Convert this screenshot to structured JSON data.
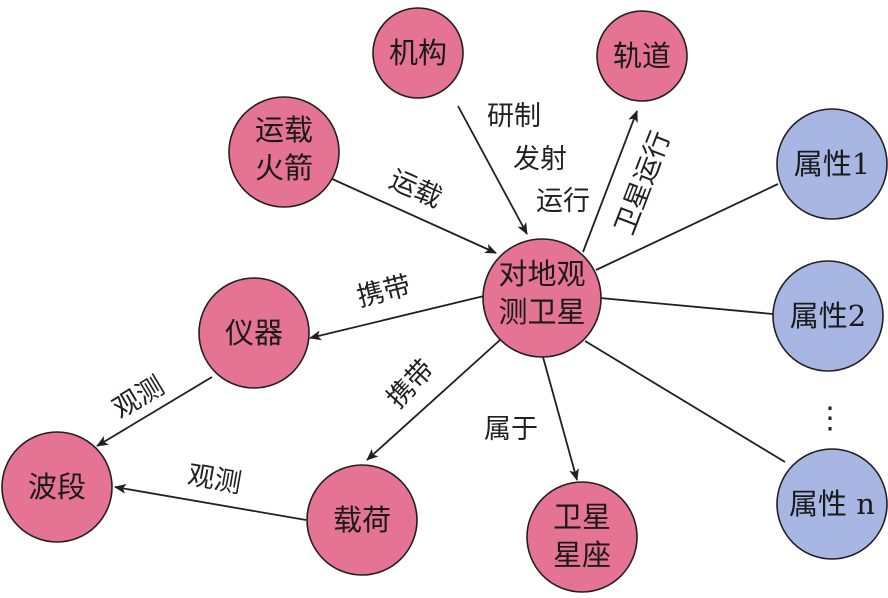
{
  "nodes": {
    "center": {
      "lines": [
        "对地观",
        "测卫星"
      ],
      "color": "#e57393"
    },
    "org": {
      "lines": [
        "机构"
      ],
      "color": "#e57393"
    },
    "orbit": {
      "lines": [
        "轨道"
      ],
      "color": "#e57393"
    },
    "rocket": {
      "lines": [
        "运载",
        "火箭"
      ],
      "color": "#e57393"
    },
    "instrument": {
      "lines": [
        "仪器"
      ],
      "color": "#e57393"
    },
    "band": {
      "lines": [
        "波段"
      ],
      "color": "#e57393"
    },
    "payload": {
      "lines": [
        "载荷"
      ],
      "color": "#e57393"
    },
    "constellation": {
      "lines": [
        "卫星",
        "星座"
      ],
      "color": "#e57393"
    },
    "attr1": {
      "lines": [
        "属性1"
      ],
      "color": "#a7b6e3"
    },
    "attr2": {
      "lines": [
        "属性2"
      ],
      "color": "#a7b6e3"
    },
    "attrn": {
      "lines": [
        "属性 n"
      ],
      "color": "#a7b6e3"
    }
  },
  "edge_labels": {
    "org_center": [
      "研制",
      "发射",
      "运行"
    ],
    "center_orbit": "卫星运行",
    "rocket_center": "运载",
    "center_instrument": "携带",
    "center_payload": "携带",
    "center_constellation": "属于",
    "instrument_band": "观测",
    "payload_band": "观测"
  },
  "ellipsis": "⋮"
}
